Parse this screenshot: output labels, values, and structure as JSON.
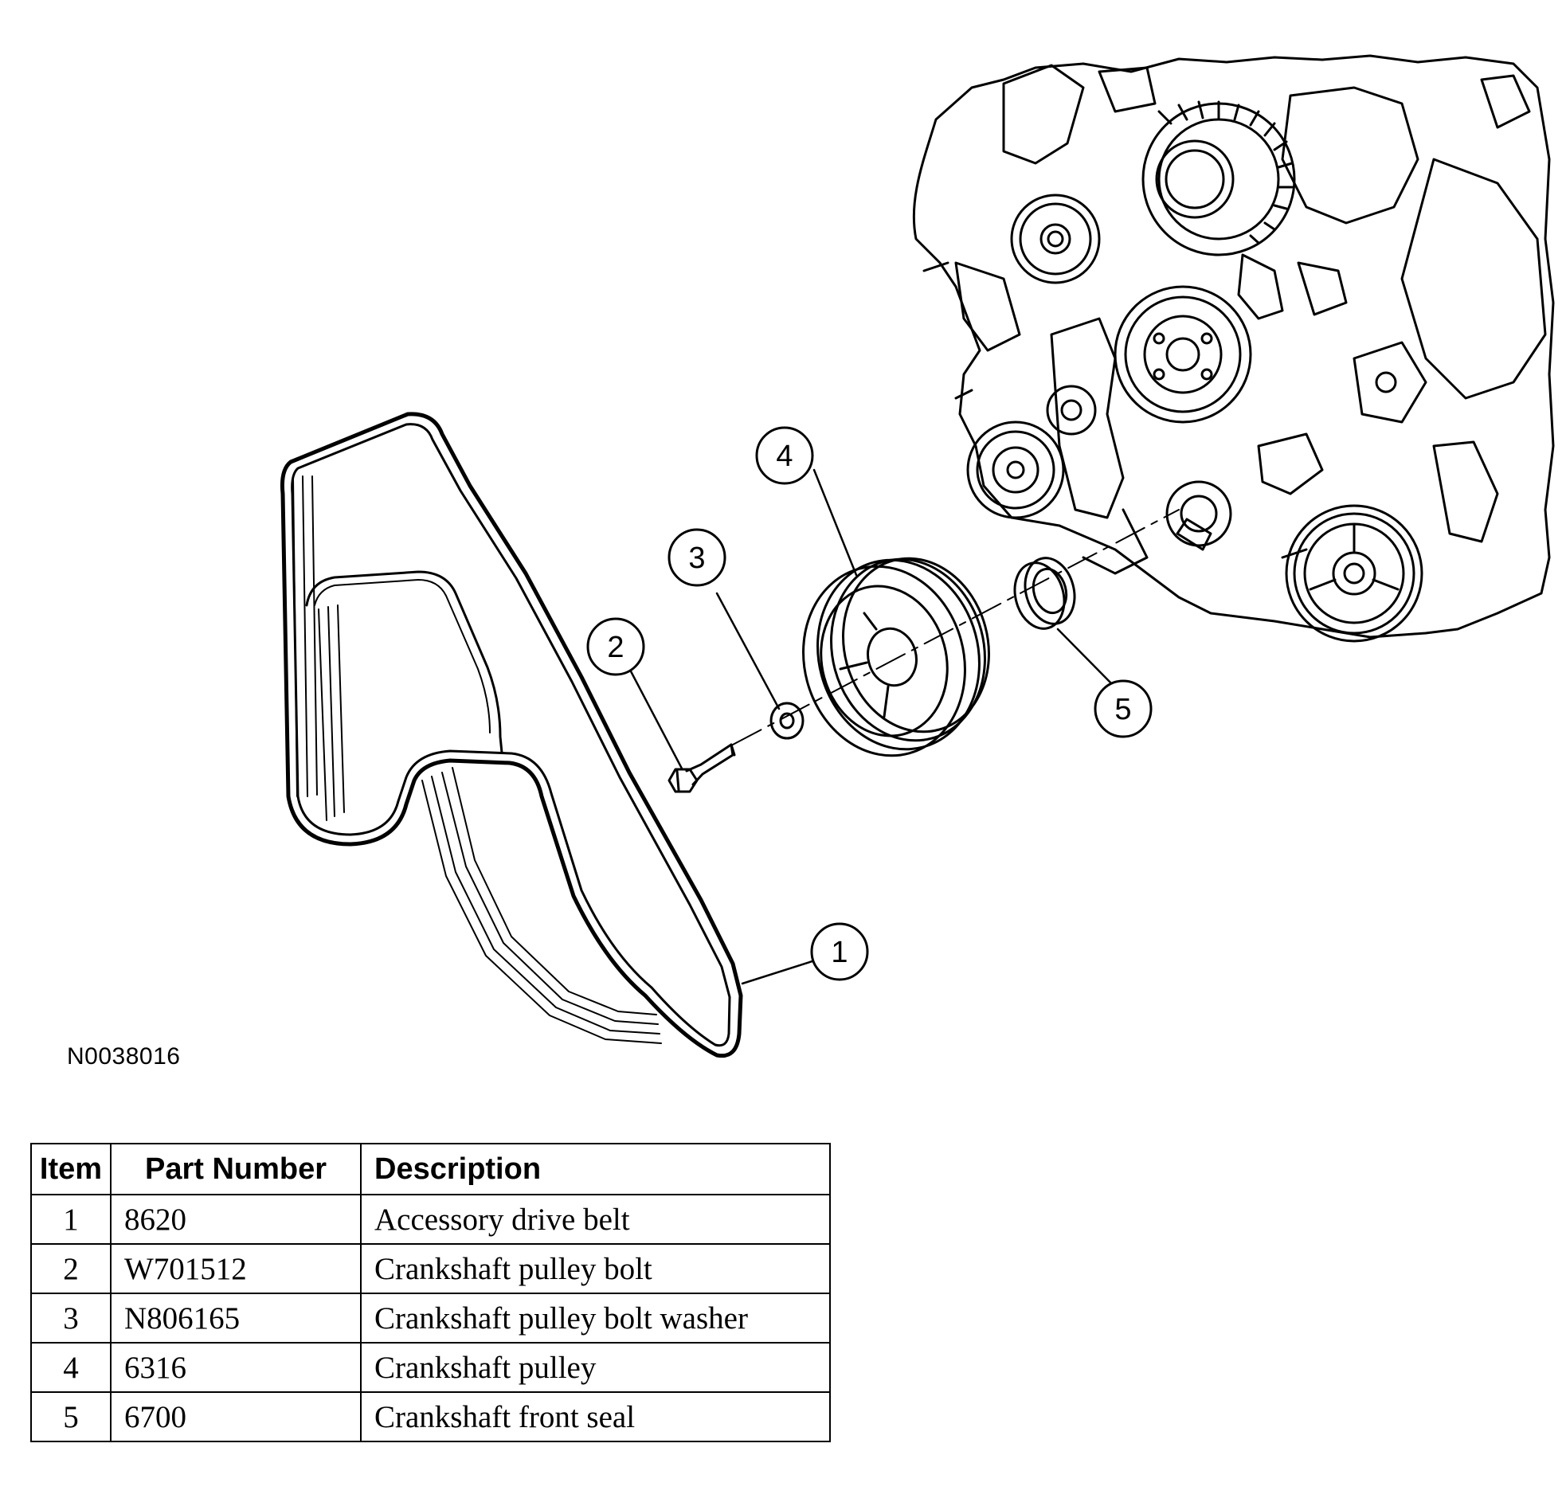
{
  "figure_id": "N0038016",
  "callouts": [
    "1",
    "2",
    "3",
    "4",
    "5"
  ],
  "table": {
    "headers": {
      "item": "Item",
      "part": "Part Number",
      "desc": "Description"
    },
    "rows": [
      {
        "item": "1",
        "part": "8620",
        "desc": "Accessory drive belt"
      },
      {
        "item": "2",
        "part": "W701512",
        "desc": "Crankshaft pulley bolt"
      },
      {
        "item": "3",
        "part": "N806165",
        "desc": "Crankshaft pulley bolt washer"
      },
      {
        "item": "4",
        "part": "6316",
        "desc": "Crankshaft pulley"
      },
      {
        "item": "5",
        "part": "6700",
        "desc": "Crankshaft front seal"
      }
    ]
  }
}
